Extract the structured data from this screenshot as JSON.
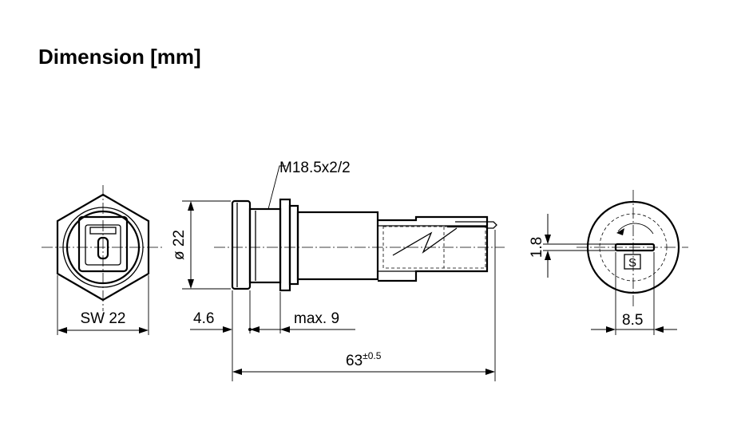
{
  "title": "Dimension [mm]",
  "labels": {
    "thread": "M18.5x2/2",
    "diameter": "ø 22",
    "wrench_size": "SW 22",
    "flange_thickness": "4.6",
    "max_panel": "max. 9",
    "length": "63",
    "length_tolerance": "±0.5",
    "slot_width": "1.8",
    "slot_length": "8.5",
    "fuse_symbol": "S"
  }
}
